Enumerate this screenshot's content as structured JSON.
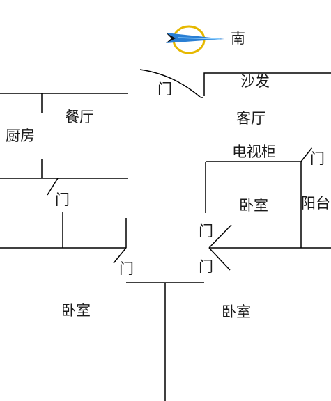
{
  "compass": {
    "label": "南",
    "ring_color": "#e6b800",
    "needle_color": "#2a7fd4",
    "needle_tail_color": "#111111"
  },
  "rooms": {
    "sofa": "沙发",
    "living_room": "客厅",
    "dining_room": "餐厅",
    "kitchen": "厨房",
    "tv_cabinet": "电视柜",
    "bedroom_east": "卧室",
    "balcony": "阳台",
    "bedroom_southwest": "卧室",
    "bedroom_southeast": "卧室"
  },
  "doors": {
    "entrance": "门",
    "balcony": "门",
    "kitchen": "门",
    "bedroom_east_upper": "门",
    "bedroom_east_lower": "门",
    "bedroom_southwest": "门"
  },
  "colors": {
    "wall": "#000000",
    "text": "#1a1a1a",
    "background": "#ffffff"
  }
}
